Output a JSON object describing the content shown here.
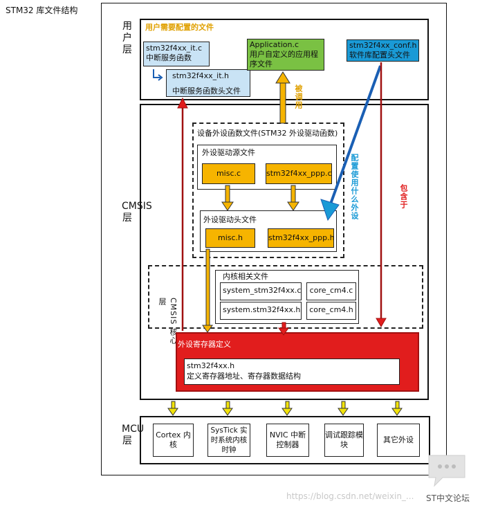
{
  "title": "STM32 库文件结构",
  "layers": {
    "user": "用户层",
    "cmsis": "CMSIS 层",
    "mcu": "MCU 层",
    "cmsis_core": "CMSIS 核心层"
  },
  "user_layer": {
    "heading": "用户需要配置的文件",
    "it_c": {
      "line1": "stm32f4xx_it.c",
      "line2": "中断服务函数"
    },
    "it_h": {
      "line1": "stm32f4xx_it.h",
      "line2": "中断服务函数头文件"
    },
    "app": {
      "line1": "Application.c",
      "line2": "用户自定义的应用程",
      "line3": "序文件"
    },
    "conf": {
      "line1": "stm32f4xx_conf.h",
      "line2": "软件库配置头文件"
    }
  },
  "peripheral": {
    "heading": "设备外设函数文件(STM32 外设驱动函数)",
    "source_heading": "外设驱动源文件",
    "header_heading": "外设驱动头文件",
    "misc_c": "misc.c",
    "ppp_c": "stm32f4xx_ppp.c",
    "misc_h": "misc.h",
    "ppp_h": "stm32f4xx_ppp.h"
  },
  "core": {
    "heading": "内核相关文件",
    "system_c": "system_stm32f4xx.c",
    "core_c": "core_cm4.c",
    "system_h": "system.stm32f4xx.h",
    "core_h": "core_cm4.h"
  },
  "register": {
    "heading": "外设寄存器定义",
    "file": "stm32f4xx.h",
    "desc": "定义寄存器地址、寄存器数据结构"
  },
  "arrows": {
    "called": "被调用",
    "config": "配置使用什么外设",
    "include": "包含于"
  },
  "mcu": {
    "items": [
      "Cortex 内核",
      "SysTick 实时系统内核时钟",
      "NVIC 中断控制器",
      "调试跟踪模块",
      "其它外设"
    ]
  },
  "watermark": {
    "url": "https://blog.csdn.net/weixin_...",
    "forum": "ST中文论坛"
  },
  "colors": {
    "orange": "#f6b400",
    "green": "#7ac143",
    "blue": "#1a9ad6",
    "lightblue": "#c9e3f5",
    "red": "#e11d1d",
    "darkred": "#a01010",
    "yellow": "#f2e30a"
  }
}
